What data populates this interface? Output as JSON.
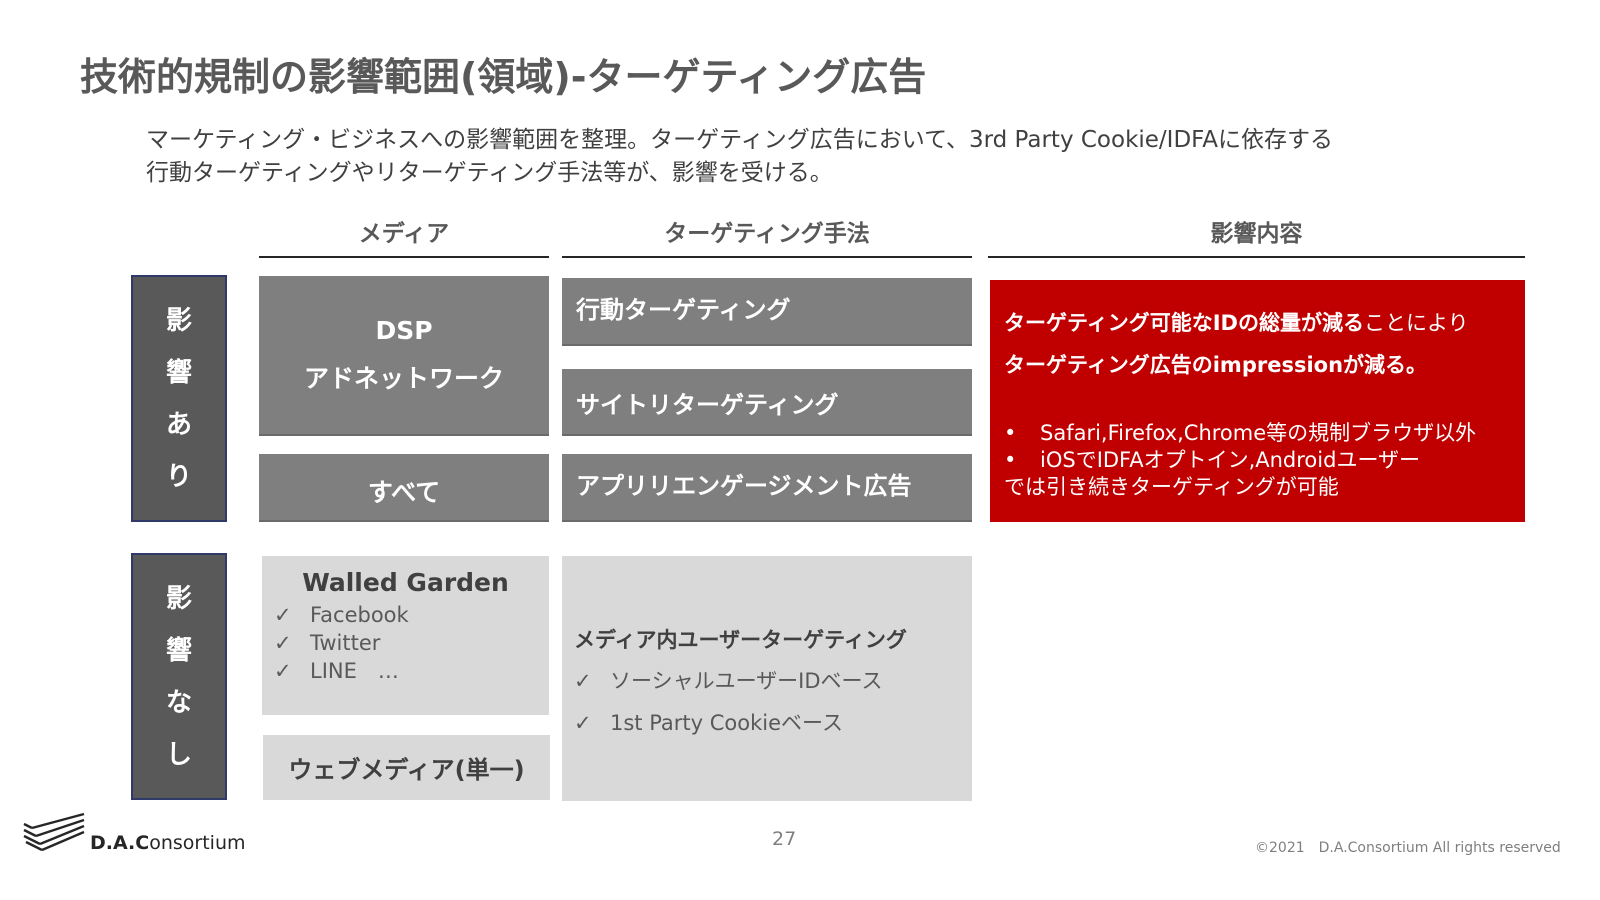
{
  "slide": {
    "title": "技術的規制の影響範囲(領域)-ターゲティング広告",
    "lead_line1": "マーケティング・ビジネスへの影響範囲を整理。ターゲティング広告において、3rd Party Cookie/IDFAに依存する",
    "lead_line2": "行動ターゲティングやリターゲティング手法等が、影響を受ける。"
  },
  "columns": {
    "media": "メディア",
    "method": "ターゲティング手法",
    "impact": "影響内容"
  },
  "rows": {
    "affected": {
      "label_chars": [
        "影",
        "響",
        "あ",
        "り"
      ],
      "media": {
        "dsp_line1": "DSP",
        "dsp_line2": "アドネットワーク",
        "all": "すべて"
      },
      "methods": [
        "行動ターゲティング",
        "サイトリターゲティング",
        "アプリリエンゲージメント広告"
      ],
      "impact": {
        "line1_bold": "ターゲティング可能なIDの総量が減る",
        "line1_normal": "ことにより",
        "line2_bold": "ターゲティング広告のimpressionが減る。",
        "bullets": [
          "Safari,Firefox,Chrome等の規制ブラウザ以外",
          "iOSでIDFAオプトイン,Androidユーザー"
        ],
        "trailing": "では引き続きターゲティングが可能",
        "color": "#c00000"
      }
    },
    "unaffected": {
      "label_chars": [
        "影",
        "響",
        "な",
        "し"
      ],
      "walled_garden": {
        "title": "Walled Garden",
        "check": "✓",
        "items": [
          "Facebook",
          "Twitter",
          "LINE　…"
        ]
      },
      "web_media": "ウェブメディア(単一)",
      "method": {
        "title": "メディア内ユーザーターゲティング",
        "check": "✓",
        "items": [
          "ソーシャルユーザーIDベース",
          "1st Party Cookieベース"
        ]
      }
    }
  },
  "footer": {
    "logo_bold": "D.A.C",
    "logo_rest": "onsortium",
    "page_number": "27",
    "copyright": "©2021　D.A.Consortium All rights reserved"
  },
  "colors": {
    "dark_box": "#7f7f7f",
    "light_box": "#d9d9d9",
    "row_label": "#595959",
    "accent_red": "#c00000"
  }
}
